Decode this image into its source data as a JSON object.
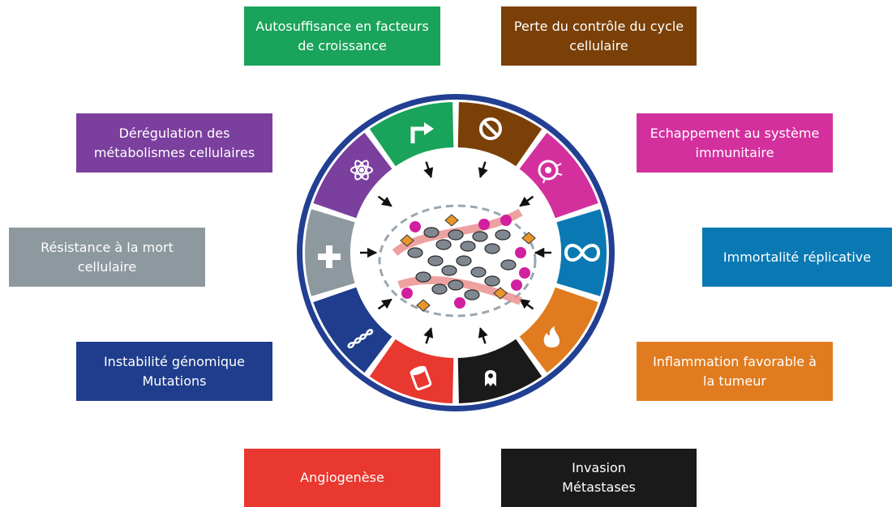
{
  "labels": {
    "growth": "Autosuffisance en facteurs\nde croissance",
    "cycle": "Perte du contrôle du cycle\ncellulaire",
    "metabolism": "Dérégulation des\nmétabolismes cellulaires",
    "immune": "Echappement au système\nimmunitaire",
    "death": "Résistance à la mort\ncellulaire",
    "immortality": "Immortalité réplicative",
    "genomic": "Instabilité génomique\nMutations",
    "inflammation": "Inflammation favorable à\nla tumeur",
    "angiogenesis": "Angiogenèse",
    "invasion": "Invasion\nMétastases"
  },
  "colors": {
    "growth": "#1aa35a",
    "cycle": "#7a4008",
    "metabolism": "#7b3f9e",
    "immune": "#d3309e",
    "death": "#8e999f",
    "immortality": "#0a79b3",
    "genomic": "#1f3d8c",
    "inflammation": "#e07c1f",
    "angiogenesis": "#e8382f",
    "invasion": "#1a1a1a",
    "ring": "#223f92"
  },
  "icons": {
    "growth": "bent-arrow-icon",
    "cycle": "prohibition-icon",
    "immune": "immune-cell-icon",
    "immortality": "infinity-icon",
    "inflammation": "flame-icon",
    "invasion": "ghost-cell-icon",
    "angiogenesis": "vessel-icon",
    "genomic": "dna-icon",
    "death": "cross-icon",
    "metabolism": "atom-icon"
  }
}
